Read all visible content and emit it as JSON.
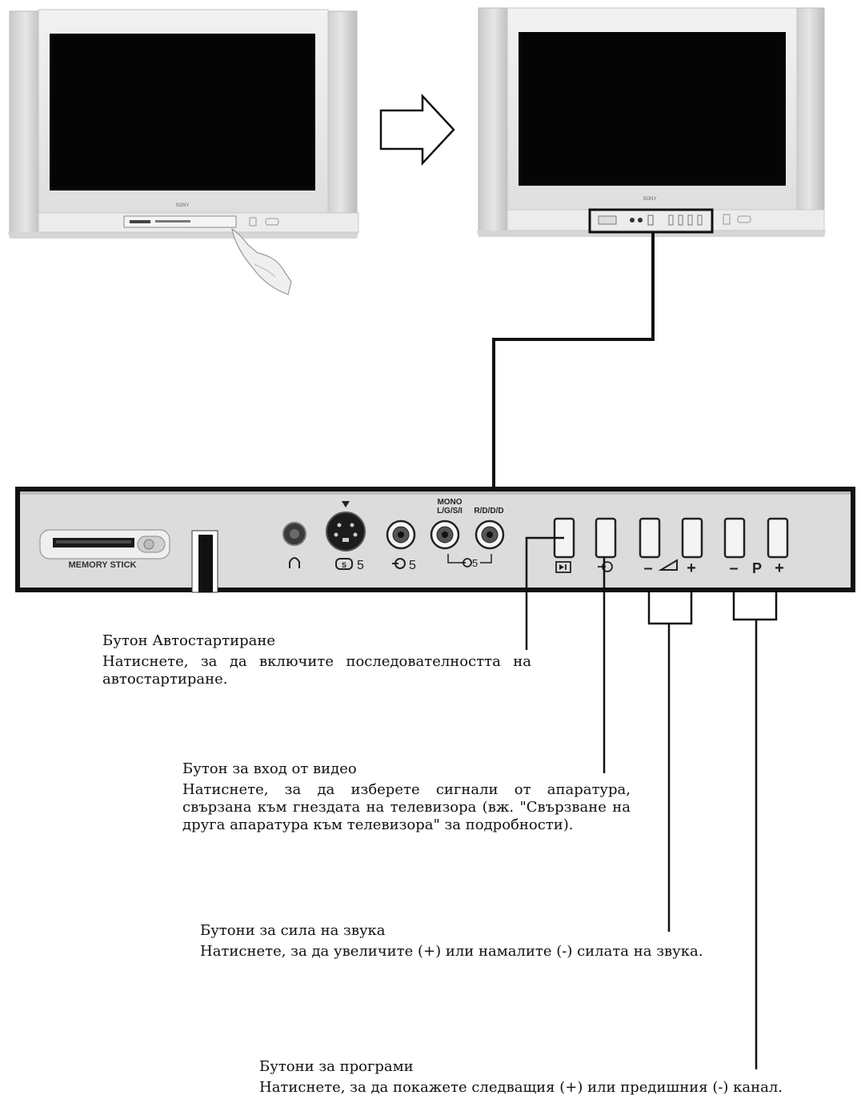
{
  "tv": {
    "brand": "SONY"
  },
  "panel": {
    "memory_stick_label": "MEMORY STICK",
    "svideo_num": "5",
    "video_num": "5",
    "mono_label": "MONO",
    "lgsi_label": "L/G/S/I",
    "rddd_label": "R/D/D/D",
    "audio_num": "5",
    "prog_label": "P",
    "minus": "–",
    "plus": "+"
  },
  "callouts": {
    "autostart": {
      "title": "Бутон Автостартиране",
      "body": "Натиснете, за да включите последователността на автостартиране."
    },
    "video_input": {
      "title": "Бутон за вход от видео",
      "body": "Натиснете, за да изберете сигнали от апаратура, свързана към гнездата на телевизора (вж. \"Свързване на друга апаратура към телевизора\" за подробности)."
    },
    "volume": {
      "title": "Бутони за сила на звука",
      "body": "Натиснете, за да увеличите (+) или намалите (-) силата на звука."
    },
    "programs": {
      "title": "Бутони за програми",
      "body": "Натиснете, за да покажете следващия (+) или предишния (-) канал."
    }
  }
}
